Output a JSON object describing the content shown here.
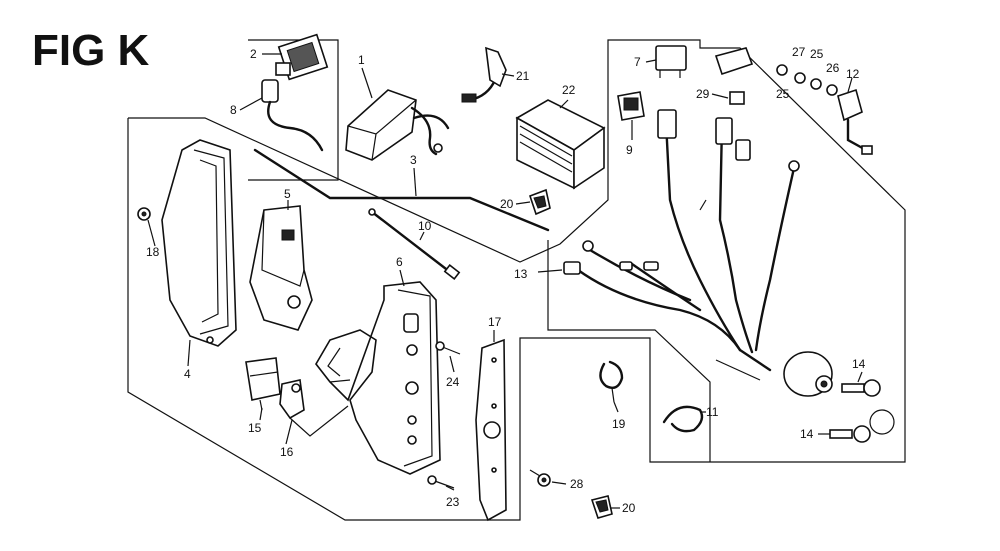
{
  "figure_title": "FIG K",
  "callouts": {
    "c1": "1",
    "c2": "2",
    "c3": "3",
    "c4": "4",
    "c5": "5",
    "c6": "6",
    "c7": "7",
    "c8": "8",
    "c9": "9",
    "c10": "10",
    "c11": "11",
    "c12": "12",
    "c13": "13",
    "c14a": "14",
    "c14b": "14",
    "c15": "15",
    "c16": "16",
    "c17": "17",
    "c18": "18",
    "c19": "19",
    "c20a": "20",
    "c20b": "20",
    "c21": "21",
    "c22": "22",
    "c23": "23",
    "c24": "24",
    "c25a": "25",
    "c25b": "25",
    "c26": "26",
    "c27": "27",
    "c28": "28",
    "c29": "29"
  }
}
